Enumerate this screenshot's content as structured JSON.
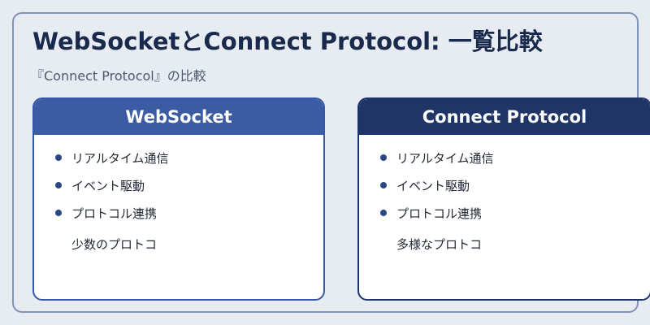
{
  "title": "WebSocketとConnect Protocol: 一覧比較",
  "subtitle": "『Connect Protocol』の比較",
  "cards": [
    {
      "header": "WebSocket",
      "items": [
        "リアルタイム通信",
        "イベント駆動",
        "プロトコル連携"
      ],
      "extra": "少数のプロトコ"
    },
    {
      "header": "Connect Protocol",
      "items": [
        "リアルタイム通信",
        "イベント駆動",
        "プロトコル連携"
      ],
      "extra": "多様なプロトコ"
    }
  ],
  "colors": {
    "background": "#e7ecf2",
    "left_header": "#3b5ba5",
    "right_header": "#1f3567",
    "title": "#1a2a4c"
  }
}
